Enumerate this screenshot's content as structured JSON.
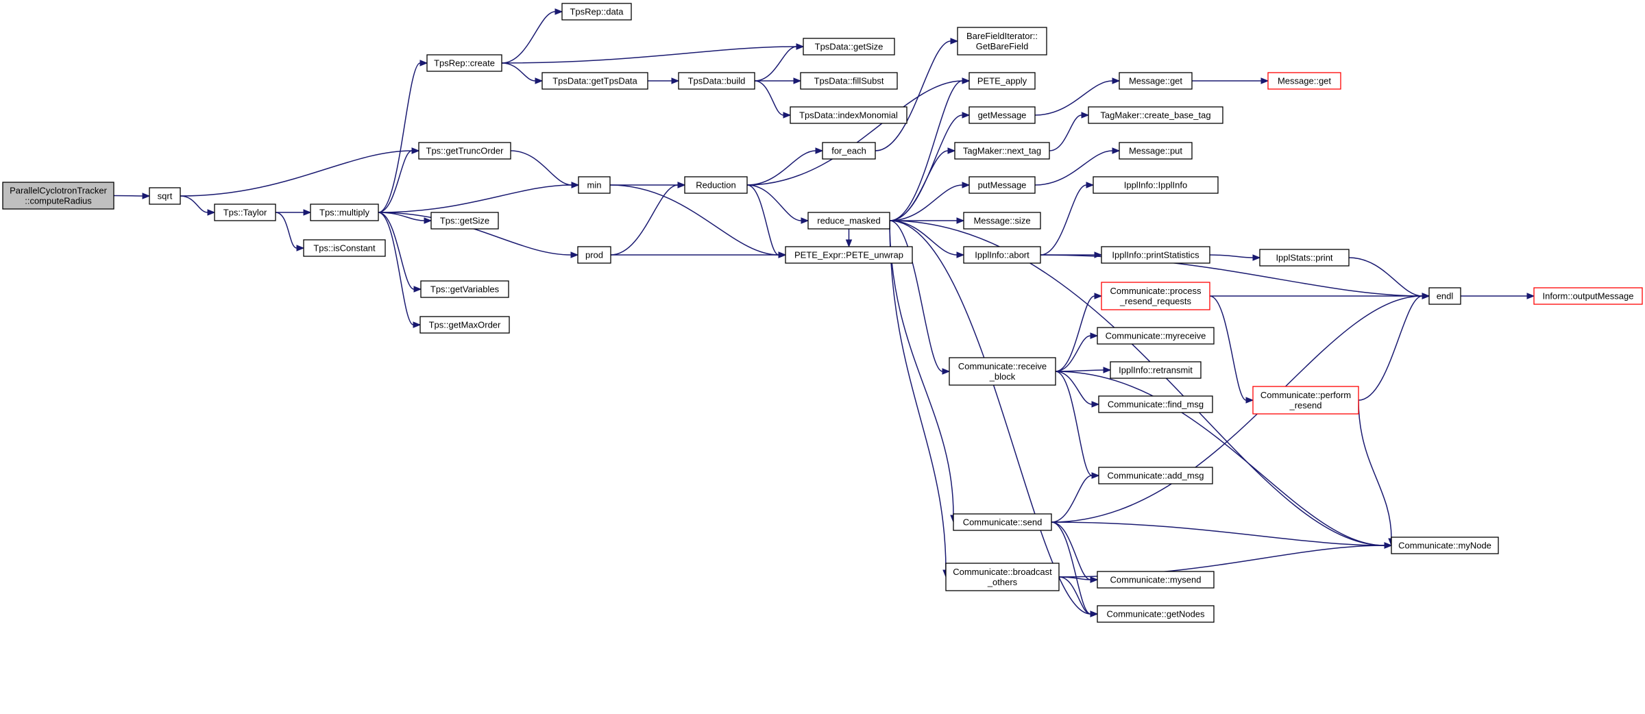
{
  "graph": {
    "colors": {
      "edge": "#191970",
      "node_border": "#000000",
      "node_fill": "#ffffff",
      "root_fill": "#bfbfbf",
      "truncated_border": "#ff0000"
    },
    "nodes": [
      {
        "id": "root",
        "lines": [
          "ParallelCyclotronTracker",
          "::computeRadius"
        ],
        "style": "root"
      },
      {
        "id": "sqrt",
        "lines": [
          "sqrt"
        ]
      },
      {
        "id": "tpsTaylor",
        "lines": [
          "Tps::Taylor"
        ]
      },
      {
        "id": "tpsIsConstant",
        "lines": [
          "Tps::isConstant"
        ]
      },
      {
        "id": "tpsMultiply",
        "lines": [
          "Tps::multiply"
        ]
      },
      {
        "id": "tpsRepData",
        "lines": [
          "TpsRep::data"
        ]
      },
      {
        "id": "tpsRepCreate",
        "lines": [
          "TpsRep::create"
        ]
      },
      {
        "id": "tpsGetTruncOrder",
        "lines": [
          "Tps::getTruncOrder"
        ]
      },
      {
        "id": "tpsGetSize",
        "lines": [
          "Tps::getSize"
        ]
      },
      {
        "id": "tpsGetVariables",
        "lines": [
          "Tps::getVariables"
        ]
      },
      {
        "id": "tpsGetMaxOrder",
        "lines": [
          "Tps::getMaxOrder"
        ]
      },
      {
        "id": "tpsDataGetSize",
        "lines": [
          "TpsData::getSize"
        ]
      },
      {
        "id": "tpsDataGetTpsData",
        "lines": [
          "TpsData::getTpsData"
        ]
      },
      {
        "id": "tpsDataBuild",
        "lines": [
          "TpsData::build"
        ]
      },
      {
        "id": "tpsDataFillSubst",
        "lines": [
          "TpsData::fillSubst"
        ]
      },
      {
        "id": "tpsDataIndexMonomial",
        "lines": [
          "TpsData::indexMonomial"
        ]
      },
      {
        "id": "min",
        "lines": [
          "min"
        ]
      },
      {
        "id": "prod",
        "lines": [
          "prod"
        ]
      },
      {
        "id": "reduction",
        "lines": [
          "Reduction"
        ]
      },
      {
        "id": "forEach",
        "lines": [
          "for_each"
        ]
      },
      {
        "id": "peteUnwrap",
        "lines": [
          "PETE_Expr::PETE_unwrap"
        ]
      },
      {
        "id": "reduceMasked",
        "lines": [
          "reduce_masked"
        ]
      },
      {
        "id": "bareField",
        "lines": [
          "BareFieldIterator::",
          "GetBareField"
        ]
      },
      {
        "id": "peteApply",
        "lines": [
          "PETE_apply"
        ]
      },
      {
        "id": "getMessage",
        "lines": [
          "getMessage"
        ]
      },
      {
        "id": "nextTag",
        "lines": [
          "TagMaker::next_tag"
        ]
      },
      {
        "id": "putMessage",
        "lines": [
          "putMessage"
        ]
      },
      {
        "id": "messageSize",
        "lines": [
          "Message::size"
        ]
      },
      {
        "id": "ipplAbort",
        "lines": [
          "IpplInfo::abort"
        ]
      },
      {
        "id": "messageGet1",
        "lines": [
          "Message::get"
        ]
      },
      {
        "id": "messageGet2",
        "lines": [
          "Message::get"
        ],
        "style": "truncated"
      },
      {
        "id": "createBaseTag",
        "lines": [
          "TagMaker::create_base_tag"
        ]
      },
      {
        "id": "messagePut",
        "lines": [
          "Message::put"
        ]
      },
      {
        "id": "ipplInfoCtor",
        "lines": [
          "IpplInfo::IpplInfo"
        ]
      },
      {
        "id": "printStatistics",
        "lines": [
          "IpplInfo::printStatistics"
        ]
      },
      {
        "id": "ipplStatsPrint",
        "lines": [
          "IpplStats::print"
        ]
      },
      {
        "id": "endl",
        "lines": [
          "endl"
        ]
      },
      {
        "id": "outputMessage",
        "lines": [
          "Inform::outputMessage"
        ],
        "style": "truncated"
      },
      {
        "id": "processResend",
        "lines": [
          "Communicate::process",
          "_resend_requests"
        ],
        "style": "truncated"
      },
      {
        "id": "myreceive",
        "lines": [
          "Communicate::myreceive"
        ]
      },
      {
        "id": "receiveBlock",
        "lines": [
          "Communicate::receive",
          "_block"
        ]
      },
      {
        "id": "retransmit",
        "lines": [
          "IpplInfo::retransmit"
        ]
      },
      {
        "id": "findMsg",
        "lines": [
          "Communicate::find_msg"
        ]
      },
      {
        "id": "performResend",
        "lines": [
          "Communicate::perform",
          "_resend"
        ],
        "style": "truncated"
      },
      {
        "id": "addMsg",
        "lines": [
          "Communicate::add_msg"
        ]
      },
      {
        "id": "send",
        "lines": [
          "Communicate::send"
        ]
      },
      {
        "id": "myNode",
        "lines": [
          "Communicate::myNode"
        ]
      },
      {
        "id": "broadcastOthers",
        "lines": [
          "Communicate::broadcast",
          "_others"
        ]
      },
      {
        "id": "mysend",
        "lines": [
          "Communicate::mysend"
        ]
      },
      {
        "id": "getNodes",
        "lines": [
          "Communicate::getNodes"
        ]
      }
    ],
    "edges": [
      [
        "root",
        "sqrt"
      ],
      [
        "sqrt",
        "tpsTaylor"
      ],
      [
        "sqrt",
        "tpsGetTruncOrder"
      ],
      [
        "tpsTaylor",
        "tpsMultiply"
      ],
      [
        "tpsTaylor",
        "tpsIsConstant"
      ],
      [
        "tpsMultiply",
        "tpsRepCreate"
      ],
      [
        "tpsMultiply",
        "tpsGetTruncOrder"
      ],
      [
        "tpsMultiply",
        "min"
      ],
      [
        "tpsMultiply",
        "tpsGetSize"
      ],
      [
        "tpsMultiply",
        "prod"
      ],
      [
        "tpsMultiply",
        "tpsGetVariables"
      ],
      [
        "tpsMultiply",
        "tpsGetMaxOrder"
      ],
      [
        "tpsRepCreate",
        "tpsRepData"
      ],
      [
        "tpsRepCreate",
        "tpsDataGetSize"
      ],
      [
        "tpsRepCreate",
        "tpsDataGetTpsData"
      ],
      [
        "tpsDataGetTpsData",
        "tpsDataBuild"
      ],
      [
        "tpsDataBuild",
        "tpsDataGetSize"
      ],
      [
        "tpsDataBuild",
        "tpsDataFillSubst"
      ],
      [
        "tpsDataBuild",
        "tpsDataIndexMonomial"
      ],
      [
        "tpsGetTruncOrder",
        "min"
      ],
      [
        "min",
        "reduction"
      ],
      [
        "min",
        "peteUnwrap"
      ],
      [
        "prod",
        "reduction"
      ],
      [
        "prod",
        "peteUnwrap"
      ],
      [
        "reduction",
        "forEach"
      ],
      [
        "reduction",
        "peteApply"
      ],
      [
        "reduction",
        "reduceMasked"
      ],
      [
        "reduction",
        "peteUnwrap"
      ],
      [
        "forEach",
        "bareField"
      ],
      [
        "reduceMasked",
        "peteApply"
      ],
      [
        "reduceMasked",
        "getMessage"
      ],
      [
        "reduceMasked",
        "nextTag"
      ],
      [
        "reduceMasked",
        "putMessage"
      ],
      [
        "reduceMasked",
        "messageSize"
      ],
      [
        "reduceMasked",
        "ipplAbort"
      ],
      [
        "reduceMasked",
        "peteUnwrap"
      ],
      [
        "reduceMasked",
        "receiveBlock"
      ],
      [
        "reduceMasked",
        "send"
      ],
      [
        "reduceMasked",
        "broadcastOthers"
      ],
      [
        "reduceMasked",
        "getNodes"
      ],
      [
        "reduceMasked",
        "myNode"
      ],
      [
        "getMessage",
        "messageGet1"
      ],
      [
        "messageGet1",
        "messageGet2"
      ],
      [
        "nextTag",
        "createBaseTag"
      ],
      [
        "putMessage",
        "messagePut"
      ],
      [
        "ipplAbort",
        "ipplInfoCtor"
      ],
      [
        "ipplAbort",
        "endl"
      ],
      [
        "ipplAbort",
        "printStatistics"
      ],
      [
        "printStatistics",
        "ipplStatsPrint"
      ],
      [
        "ipplStatsPrint",
        "endl"
      ],
      [
        "endl",
        "outputMessage"
      ],
      [
        "processResend",
        "endl"
      ],
      [
        "processResend",
        "performResend"
      ],
      [
        "performResend",
        "endl"
      ],
      [
        "performResend",
        "myNode"
      ],
      [
        "receiveBlock",
        "processResend"
      ],
      [
        "receiveBlock",
        "myreceive"
      ],
      [
        "receiveBlock",
        "retransmit"
      ],
      [
        "receiveBlock",
        "findMsg"
      ],
      [
        "receiveBlock",
        "addMsg"
      ],
      [
        "receiveBlock",
        "myNode"
      ],
      [
        "send",
        "endl"
      ],
      [
        "send",
        "addMsg"
      ],
      [
        "send",
        "myNode"
      ],
      [
        "send",
        "mysend"
      ],
      [
        "send",
        "getNodes"
      ],
      [
        "broadcastOthers",
        "mysend"
      ],
      [
        "broadcastOthers",
        "getNodes"
      ],
      [
        "broadcastOthers",
        "myNode"
      ]
    ]
  }
}
